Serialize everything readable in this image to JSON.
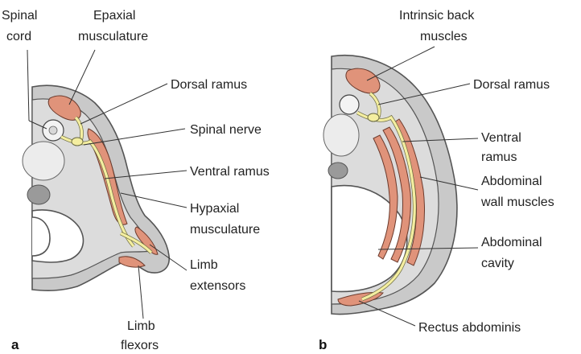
{
  "panel_a": {
    "letter": "a",
    "labels": {
      "spinal_cord_1": "Spinal",
      "spinal_cord_2": "cord",
      "epaxial_1": "Epaxial",
      "epaxial_2": "musculature",
      "dorsal_ramus": "Dorsal ramus",
      "spinal_nerve": "Spinal nerve",
      "ventral_ramus": "Ventral ramus",
      "hypaxial_1": "Hypaxial",
      "hypaxial_2": "musculature",
      "limb_extensors_1": "Limb",
      "limb_extensors_2": "extensors",
      "limb_flexors_1": "Limb",
      "limb_flexors_2": "flexors"
    }
  },
  "panel_b": {
    "letter": "b",
    "labels": {
      "intrinsic_1": "Intrinsic back",
      "intrinsic_2": "muscles",
      "dorsal_ramus": "Dorsal ramus",
      "ventral_ramus_1": "Ventral",
      "ventral_ramus_2": "ramus",
      "abdominal_wall_1": "Abdominal",
      "abdominal_wall_2": "wall muscles",
      "abdominal_cavity_1": "Abdominal",
      "abdominal_cavity_2": "cavity",
      "rectus": "Rectus abdominis"
    }
  },
  "colors": {
    "muscle": "#e0937a",
    "nerve": "#f4eea0",
    "body": "#c9c9c9"
  }
}
